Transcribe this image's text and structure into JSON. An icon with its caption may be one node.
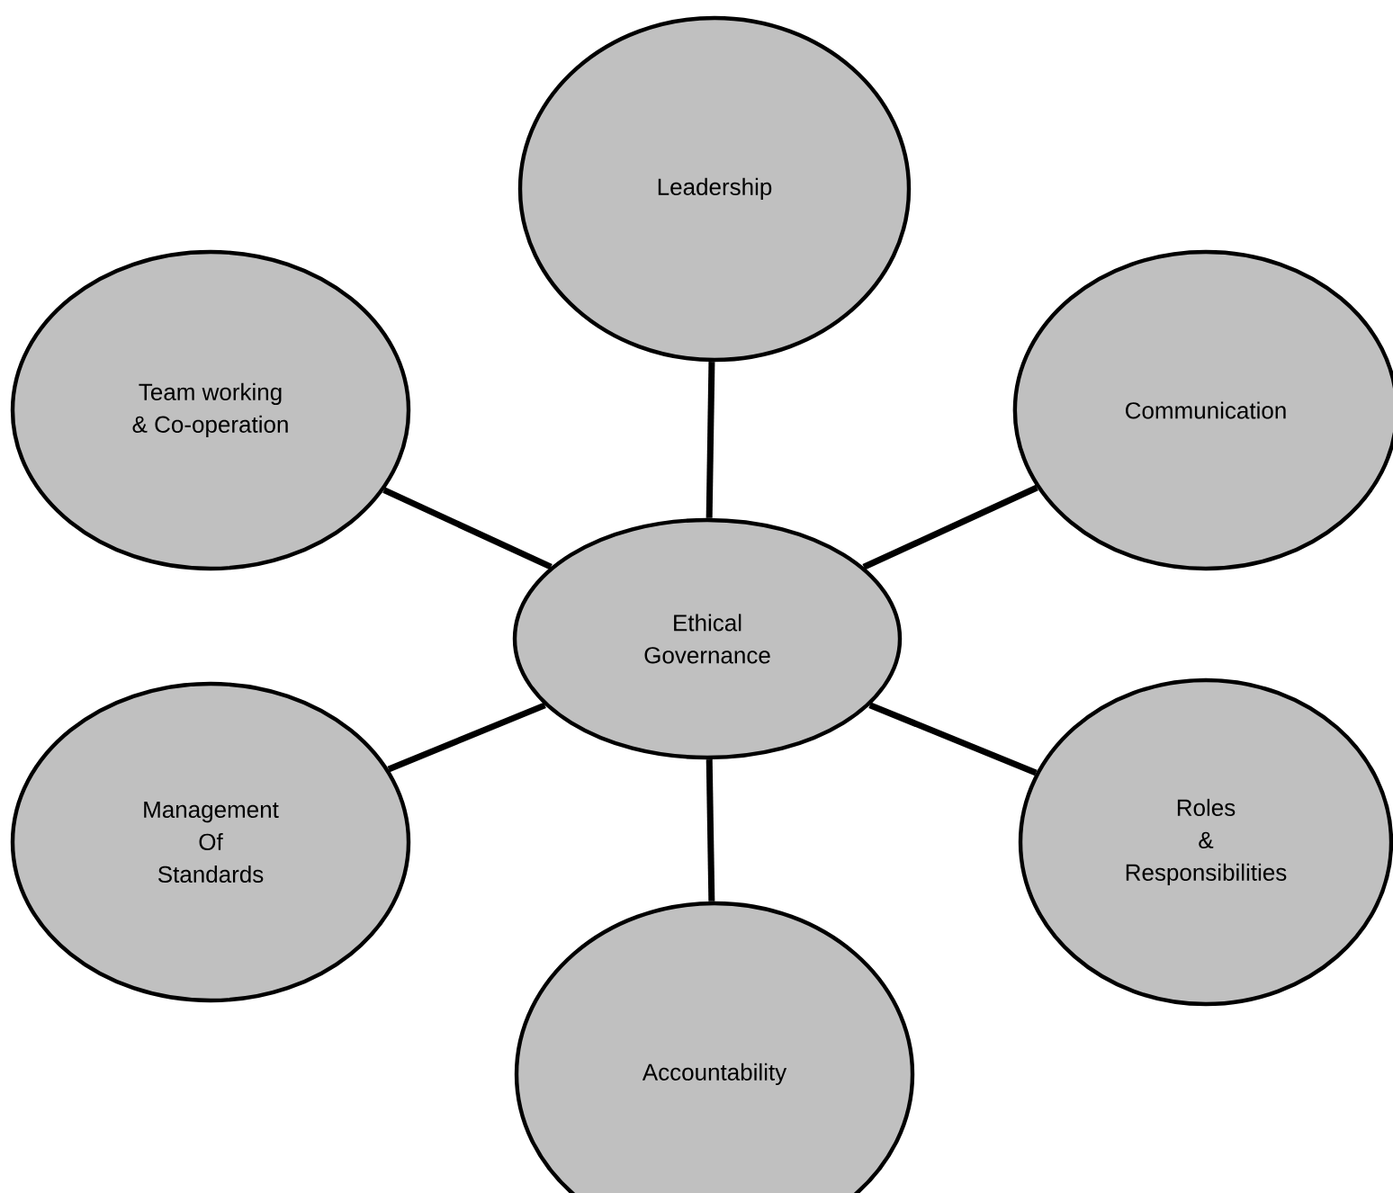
{
  "diagram": {
    "nodes": [
      {
        "text": [
          "Leadership"
        ]
      },
      {
        "text": [
          "Team working & Co-operation"
        ]
      },
      {
        "text": [
          "Communication"
        ]
      },
      {
        "text": [
          "Ethical Governance"
        ]
      },
      {
        "text": [
          "Management Of Standards"
        ]
      },
      {
        "text": [
          "Roles & Responsibilities"
        ]
      },
      {
        "text": [
          "Accountability"
        ]
      }
    ],
    "edges": [
      {
        "from": 3,
        "to": 0,
        "arrow": "none"
      },
      {
        "from": 3,
        "to": 1,
        "arrow": "none"
      },
      {
        "from": 3,
        "to": 2,
        "arrow": "none"
      },
      {
        "from": 3,
        "to": 4,
        "arrow": "none"
      },
      {
        "from": 3,
        "to": 5,
        "arrow": "none"
      },
      {
        "from": 3,
        "to": 6,
        "arrow": "none"
      }
    ]
  }
}
